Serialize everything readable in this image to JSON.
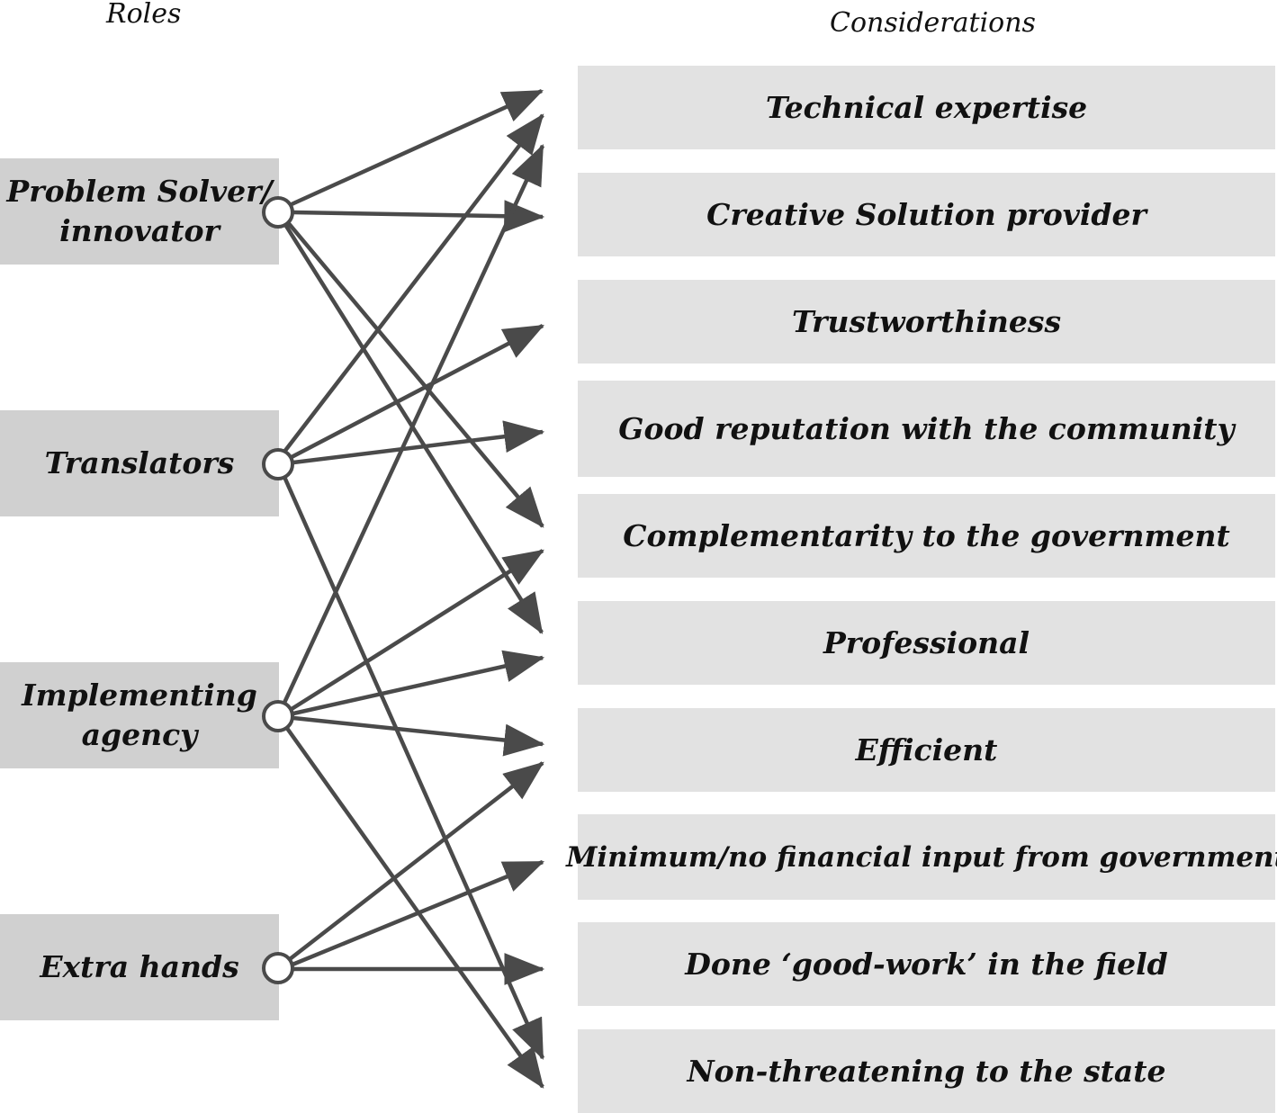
{
  "headings": {
    "roles": "Roles",
    "considerations": "Considerations"
  },
  "roles": [
    {
      "id": "problem-solver",
      "label": "Problem Solver/\ninnovator"
    },
    {
      "id": "translators",
      "label": "Translators"
    },
    {
      "id": "implementing-agency",
      "label": "Implementing\nagency"
    },
    {
      "id": "extra-hands",
      "label": "Extra hands"
    }
  ],
  "considerations": [
    "Technical expertise",
    "Creative Solution provider",
    "Trustworthiness",
    "Good reputation with the community",
    "Complementarity to the government",
    "Professional",
    "Efficient",
    "Minimum/no financial input from government",
    "Done ‘good-work’ in the field",
    "Non-threatening to the state"
  ],
  "colors": {
    "arrow": "#4a4a4a",
    "role_box": "#d0d0d0",
    "consideration_box": "#e2e2e2"
  }
}
